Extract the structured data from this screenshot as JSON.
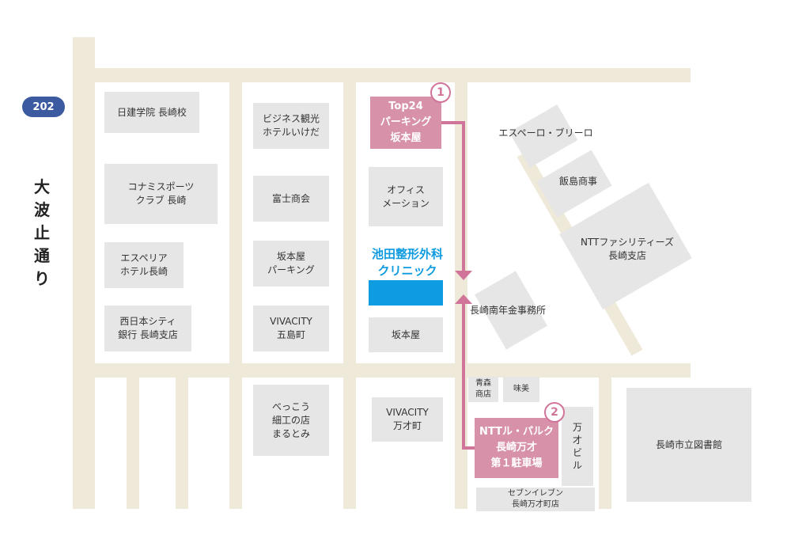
{
  "route_badge": "202",
  "street_name": [
    "大",
    "波",
    "止",
    "通",
    "り"
  ],
  "destination": "池田整形外科\nクリニック",
  "parking": [
    {
      "number": "1",
      "name": "Top24\nパーキング\n坂本屋"
    },
    {
      "number": "2",
      "name": "NTTル・パルク\n長崎万才\n第１駐車場"
    }
  ],
  "buildings": {
    "nikken_gakuin": "日建学院 長崎校",
    "konami_sports": "コナミスポーツ\nクラブ 長崎",
    "esperia_hotel": "エスペリア\nホテル長崎",
    "nishinihon_city": "西日本シティ\n銀行 長崎支店",
    "business_hotel": "ビジネス観光\nホテルいけだ",
    "fuji_shokai": "富士商会",
    "sakamotoya_parking": "坂本屋\nパーキング",
    "vivacity_goto": "VIVACITY\n五島町",
    "office_mation": "オフィス\nメーション",
    "sakamotoya": "坂本屋",
    "bekkou": "べっこう\n細工の店\nまるとみ",
    "vivacity_manzai": "VIVACITY\n万才町",
    "aomori": "青森\n商店",
    "ajimi": "味美",
    "manzai_bldg": "万\n才\nビ\nル",
    "seven_eleven": "セブンイレブン\n長崎万才町店",
    "library": "長崎市立図書館",
    "esperoburiro": "エスペーロ・ブリーロ",
    "iijima": "飯島商事",
    "ntt_facilities": "NTTファシリティーズ\n長崎支店",
    "nenkin": "長崎南年金事務所"
  }
}
